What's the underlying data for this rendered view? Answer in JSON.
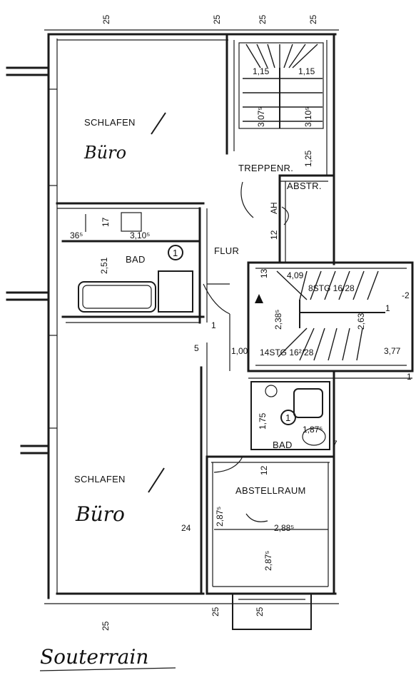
{
  "rooms": {
    "schlafen_top": "SCHLAFEN",
    "buero_top": "Büro",
    "treppenhaus": "TREPPENR.",
    "abstr": "ABSTR.",
    "bad_left": "BAD",
    "flur": "FLUR",
    "schlafen_bottom": "SCHLAFEN",
    "buero_bottom": "Büro",
    "bad_right": "BAD",
    "abstellraum": "ABSTELLRAUM"
  },
  "stairs": {
    "upper": "8STG 16/28",
    "lower": "14STG 16²/28"
  },
  "circles": {
    "bad_left": "1",
    "bad_right": "1"
  },
  "dimensions": {
    "top_25_a": "25",
    "top_25_b": "25",
    "top_25_c": "25",
    "top_25_d": "25",
    "stair_w_1": "1,15",
    "stair_w_2": "1,15",
    "stair_h_1": "3,07⁵",
    "stair_h_2": "3,10⁵",
    "pass_125": "1,25",
    "small_36": "36⁵",
    "small_17": "17",
    "bad_w": "3,10⁵",
    "bad_h": "2,51",
    "ah": "AH",
    "d_12": "12",
    "d_1_13": "13",
    "d_409": "4,09",
    "d_238": "2,38⁵",
    "d_263": "2,63",
    "d_100": "1,00",
    "d_377": "3,77",
    "d_minus": "-2",
    "d_5": "5",
    "d_175": "1,75",
    "d_187": "1,87⁵",
    "d_7": "7",
    "d_12b": "12",
    "d_24": "24",
    "d_287a": "2,87⁵",
    "d_288": "2,88⁵",
    "d_287b": "2,87⁵",
    "bottom_25_a": "25",
    "bottom_25_b": "25",
    "bottom_25_c": "25",
    "d_1": "1",
    "d_1b": "1",
    "d_1c": "1"
  },
  "caption": "Souterrain"
}
